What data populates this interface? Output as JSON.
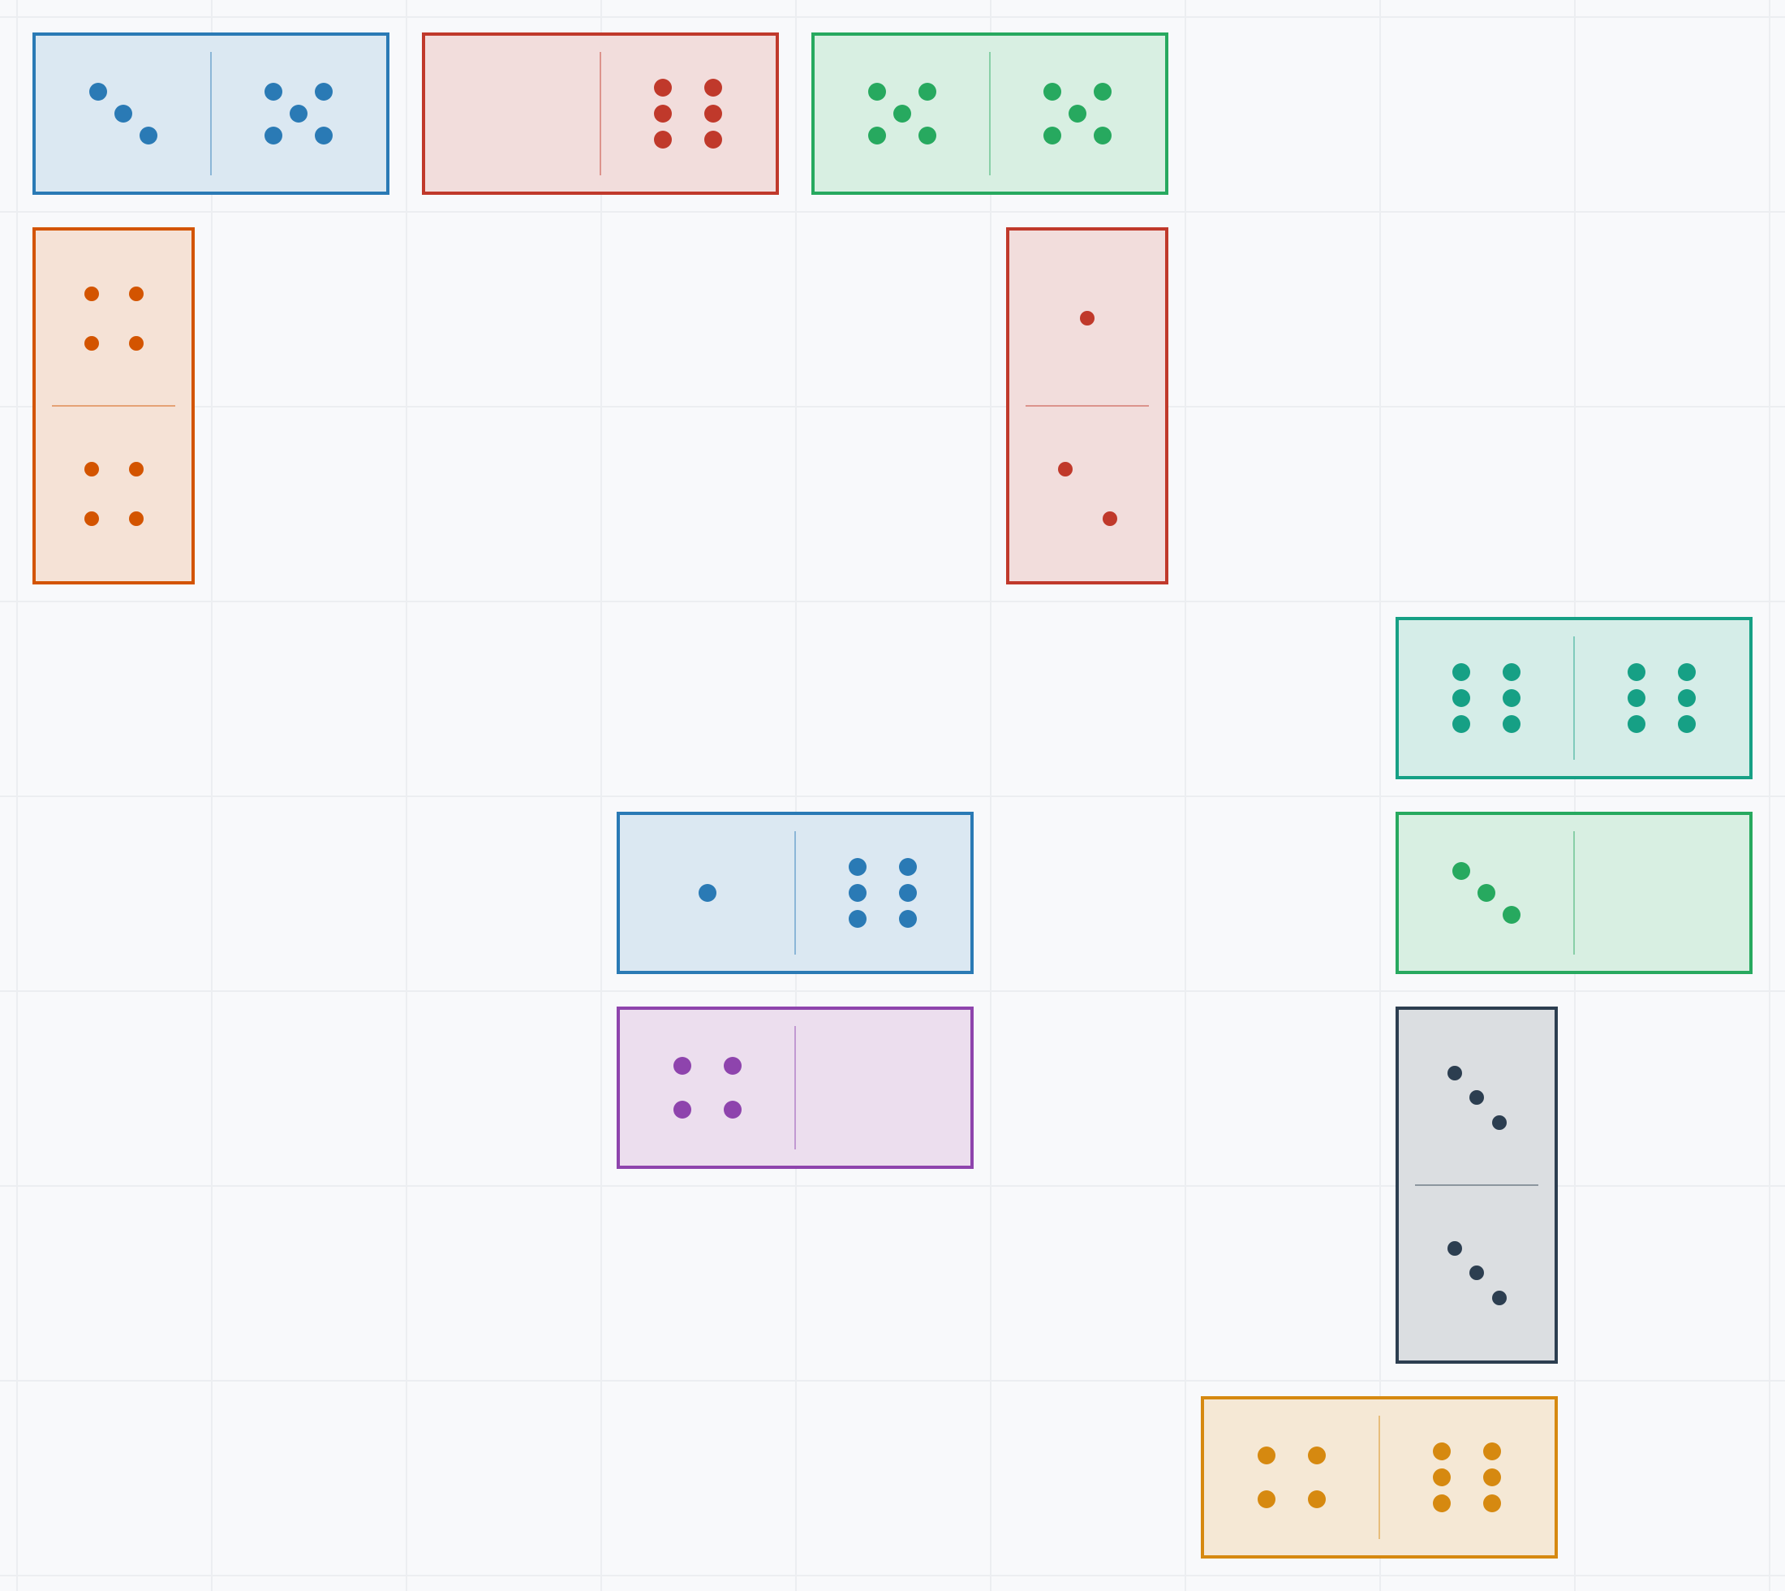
{
  "palette": {
    "blue": {
      "border": "#2a7ab5",
      "fill": "#dbe8f2",
      "pip": "#2a7ab5"
    },
    "red": {
      "border": "#c0392b",
      "fill": "#f2dddc",
      "pip": "#c0392b"
    },
    "green": {
      "border": "#27a95f",
      "fill": "#d8efe2",
      "pip": "#27a95f"
    },
    "orange": {
      "border": "#d35400",
      "fill": "#f5e2d6",
      "pip": "#d35400"
    },
    "teal": {
      "border": "#16a085",
      "fill": "#d5ede8",
      "pip": "#16a085"
    },
    "purple": {
      "border": "#8e44ad",
      "fill": "#ecdeee",
      "pip": "#8e44ad"
    },
    "navy": {
      "border": "#2c3e50",
      "fill": "#dbdee1",
      "pip": "#2c3e50"
    },
    "gold": {
      "border": "#d68910",
      "fill": "#f5e8d5",
      "pip": "#d68910"
    }
  },
  "dominoes": [
    {
      "id": "3-5",
      "color": "blue",
      "orientation": "horizontal",
      "pips": [
        3,
        5
      ]
    },
    {
      "id": "0-6",
      "color": "red",
      "orientation": "horizontal",
      "pips": [
        0,
        6
      ]
    },
    {
      "id": "5-5",
      "color": "green",
      "orientation": "horizontal",
      "pips": [
        5,
        5
      ]
    },
    {
      "id": "4-4",
      "color": "orange",
      "orientation": "vertical",
      "pips": [
        4,
        4
      ]
    },
    {
      "id": "1-2",
      "color": "red",
      "orientation": "vertical",
      "pips": [
        1,
        2
      ]
    },
    {
      "id": "6-6",
      "color": "teal",
      "orientation": "horizontal",
      "pips": [
        6,
        6
      ]
    },
    {
      "id": "1-6",
      "color": "blue",
      "orientation": "horizontal",
      "pips": [
        1,
        6
      ]
    },
    {
      "id": "3-0",
      "color": "green",
      "orientation": "horizontal",
      "pips": [
        3,
        0
      ]
    },
    {
      "id": "4-0",
      "color": "purple",
      "orientation": "horizontal",
      "pips": [
        4,
        0
      ]
    },
    {
      "id": "3-3",
      "color": "navy",
      "orientation": "vertical",
      "pips": [
        3,
        3
      ]
    },
    {
      "id": "4-6",
      "color": "gold",
      "orientation": "horizontal",
      "pips": [
        4,
        6
      ]
    }
  ]
}
